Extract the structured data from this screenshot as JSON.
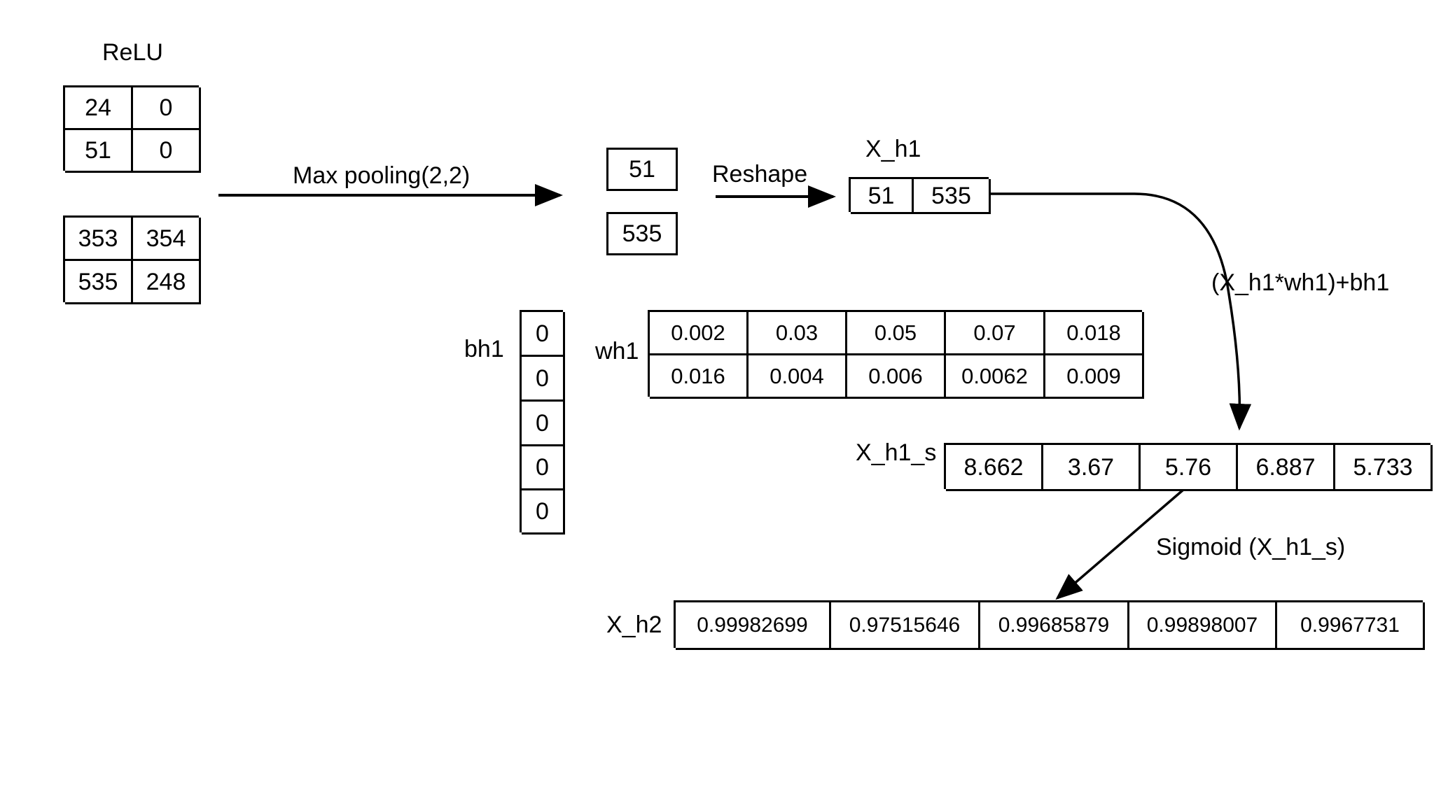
{
  "diagram": {
    "title_relu": "ReLU",
    "arrows": {
      "maxpool_label": "Max pooling(2,2)",
      "reshape_label": "Reshape",
      "affine_label": "(X_h1*wh1)+bh1",
      "sigmoid_label": "Sigmoid (X_h1_s)"
    },
    "labels": {
      "x_h1": "X_h1",
      "bh1": "bh1",
      "wh1": "wh1",
      "x_h1_s": "X_h1_s",
      "x_h2": "X_h2"
    },
    "relu_top_matrix": {
      "rows": [
        [
          "24",
          "0"
        ],
        [
          "51",
          "0"
        ]
      ]
    },
    "relu_bottom_matrix": {
      "rows": [
        [
          "353",
          "354"
        ],
        [
          "535",
          "248"
        ]
      ]
    },
    "pooled": {
      "values": [
        "51",
        "535"
      ]
    },
    "x_h1_row": {
      "values": [
        "51",
        "535"
      ]
    },
    "bh1_vector": {
      "values": [
        "0",
        "0",
        "0",
        "0",
        "0"
      ]
    },
    "wh1_matrix": {
      "rows": [
        [
          "0.002",
          "0.03",
          "0.05",
          "0.07",
          "0.018"
        ],
        [
          "0.016",
          "0.004",
          "0.006",
          "0.0062",
          "0.009"
        ]
      ]
    },
    "x_h1_s_row": {
      "values": [
        "8.662",
        "3.67",
        "5.76",
        "6.887",
        "5.733"
      ]
    },
    "x_h2_row": {
      "values": [
        "0.99982699",
        "0.97515646",
        "0.99685879",
        "0.99898007",
        "0.9967731"
      ]
    },
    "colors": {
      "stroke": "#000000",
      "background": "#ffffff"
    }
  }
}
